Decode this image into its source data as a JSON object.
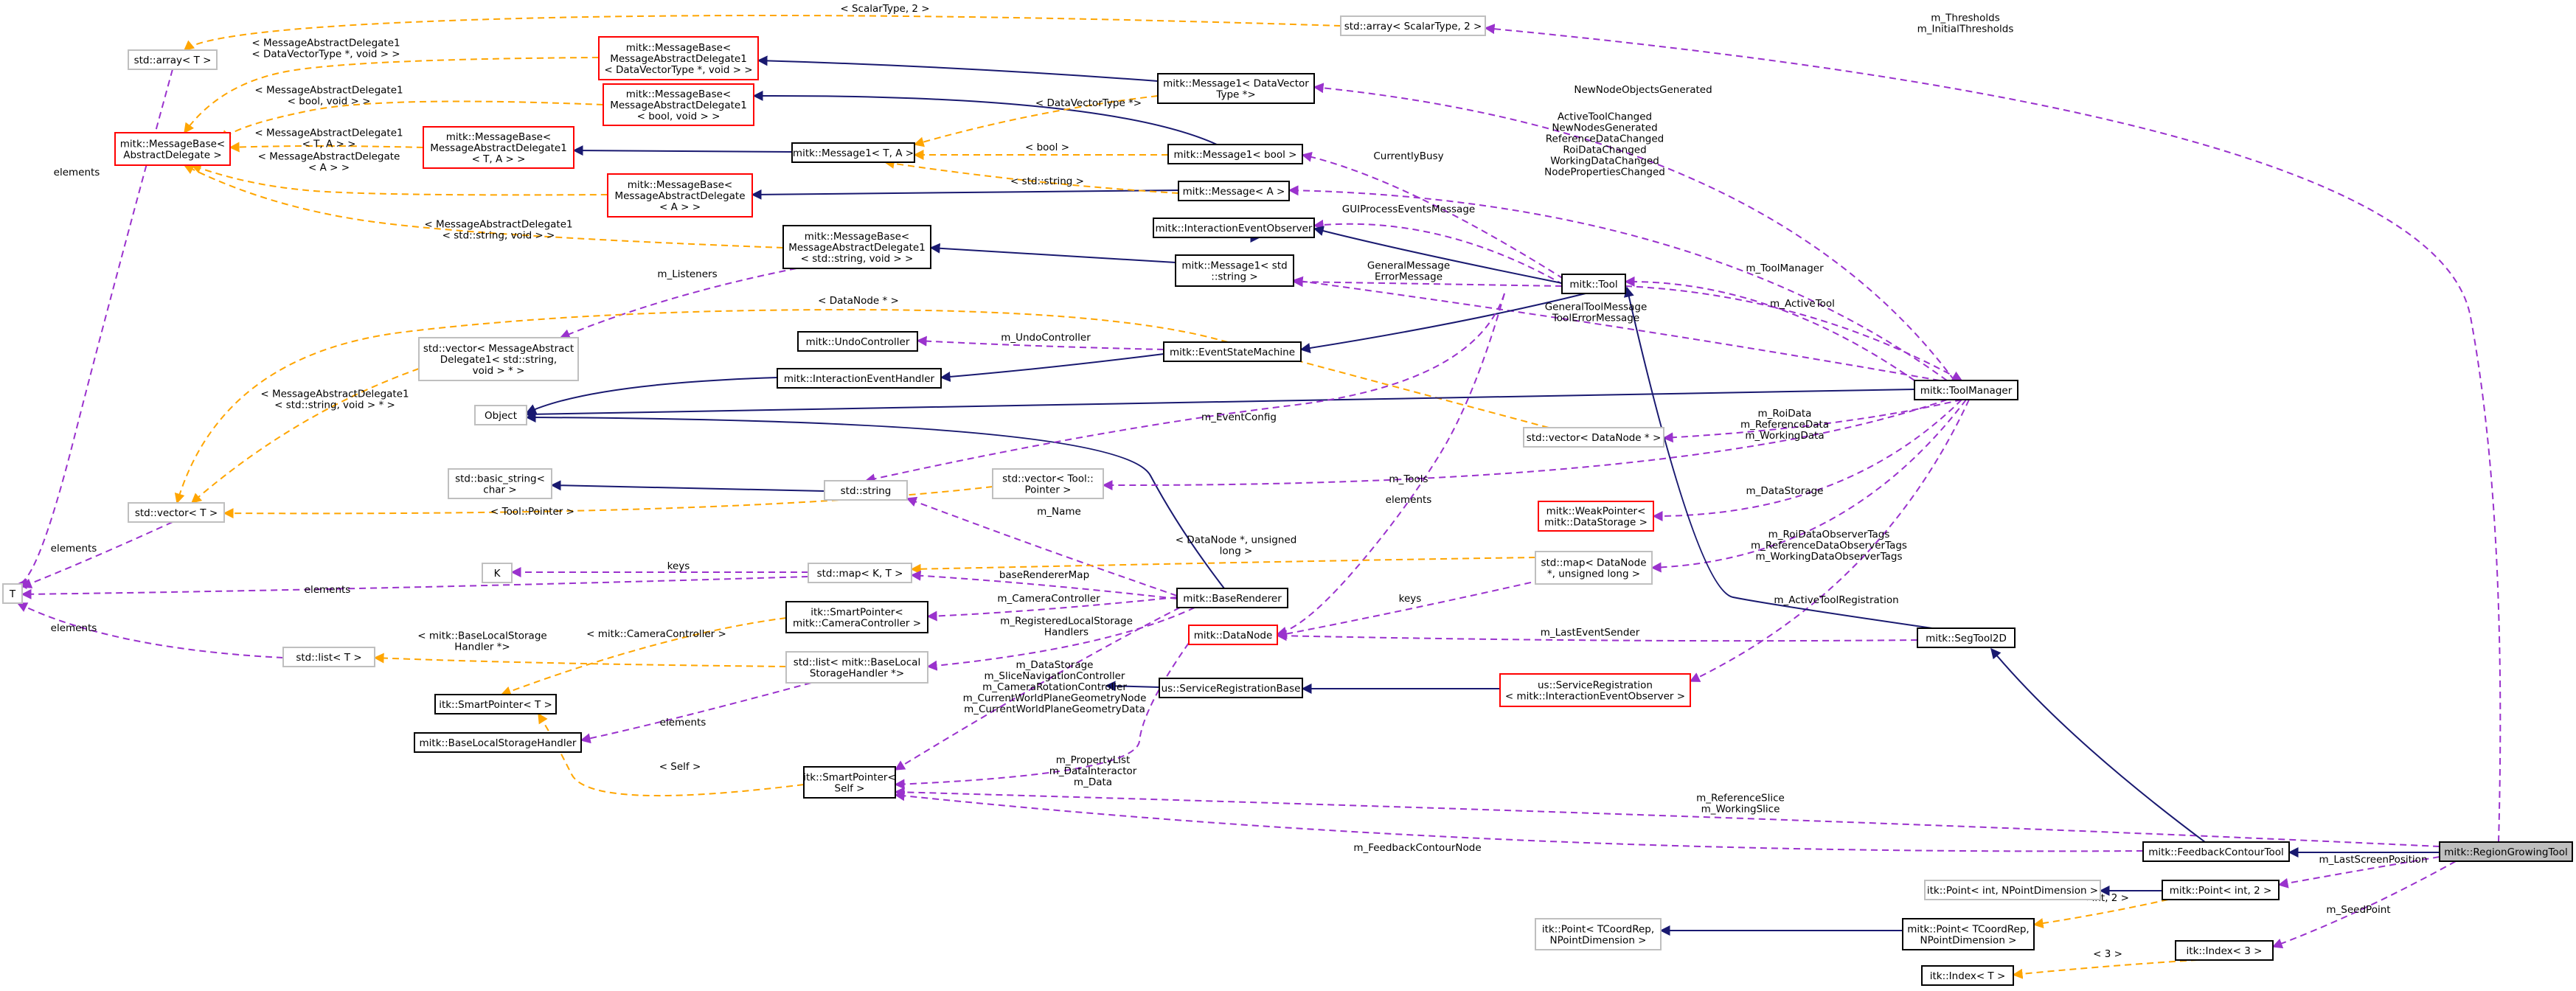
{
  "diagram": {
    "nodes": {
      "array_scalar": [
        "std::array< ScalarType, 2 >"
      ],
      "array_t": [
        "std::array< T >"
      ],
      "mb_abs": [
        "mitk::MessageBase<",
        "AbstractDelegate >"
      ],
      "mb_dvt": [
        "mitk::MessageBase<",
        "MessageAbstractDelegate1",
        "< DataVectorType *, void > >"
      ],
      "mb_bool": [
        "mitk::MessageBase<",
        "MessageAbstractDelegate1",
        "< bool, void > >"
      ],
      "mb_ta": [
        "mitk::MessageBase<",
        "MessageAbstractDelegate1",
        "< T, A > >"
      ],
      "mb_a": [
        "mitk::MessageBase<",
        "MessageAbstractDelegate",
        "< A > >"
      ],
      "mb_str": [
        "mitk::MessageBase<",
        "MessageAbstractDelegate1",
        "< std::string, void > >"
      ],
      "msg1_dvt": [
        "mitk::Message1< DataVector",
        "Type *>"
      ],
      "msg1_ta": [
        "mitk::Message1< T, A >"
      ],
      "msg1_bool": [
        "mitk::Message1< bool >"
      ],
      "msg_a": [
        "mitk::Message< A >"
      ],
      "iev_obs": [
        "mitk::InteractionEventObserver"
      ],
      "msg1_str": [
        "mitk::Message1< std",
        "::string >"
      ],
      "tool": [
        "mitk::Tool"
      ],
      "vec_msg": [
        "std::vector< MessageAbstract",
        "Delegate1< std::string,",
        "void > * >"
      ],
      "undo": [
        "mitk::UndoController"
      ],
      "esm": [
        "mitk::EventStateMachine"
      ],
      "ieh": [
        "mitk::InteractionEventHandler"
      ],
      "object": [
        "Object"
      ],
      "toolmanager": [
        "mitk::ToolManager"
      ],
      "vec_datanode": [
        "std::vector< DataNode * >"
      ],
      "basic_string": [
        "std::basic_string<",
        "char >"
      ],
      "std_string": [
        "std::string"
      ],
      "vec_toolptr": [
        "std::vector< Tool::",
        "Pointer >"
      ],
      "vec_t": [
        "std::vector< T >"
      ],
      "weakptr": [
        "mitk::WeakPointer<",
        "mitk::DataStorage >"
      ],
      "k": [
        "K"
      ],
      "map_kt": [
        "std::map< K, T >"
      ],
      "map_dn": [
        "std::map< DataNode",
        "*, unsigned long >"
      ],
      "t": [
        "T"
      ],
      "sp_cam": [
        "itk::SmartPointer<",
        "mitk::CameraController >"
      ],
      "baserenderer": [
        "mitk::BaseRenderer"
      ],
      "datanode": [
        "mitk::DataNode"
      ],
      "segtool2d": [
        "mitk::SegTool2D"
      ],
      "list_t": [
        "std::list< T >"
      ],
      "list_bls": [
        "std::list< mitk::BaseLocal",
        "StorageHandler *>"
      ],
      "sp_t": [
        "itk::SmartPointer< T >"
      ],
      "usreg_base": [
        "us::ServiceRegistrationBase"
      ],
      "usreg": [
        "us::ServiceRegistration",
        "< mitk::InteractionEventObserver >"
      ],
      "bls": [
        "mitk::BaseLocalStorageHandler"
      ],
      "sp_self": [
        "itk::SmartPointer<",
        "Self >"
      ],
      "feedback": [
        "mitk::FeedbackContourTool"
      ],
      "region": [
        "mitk::RegionGrowingTool"
      ],
      "pt_int_n": [
        "itk::Point< int, NPointDimension >"
      ],
      "pt_int2": [
        "mitk::Point< int, 2 >"
      ],
      "itkpt_tc": [
        "itk::Point< TCoordRep,",
        "NPointDimension >"
      ],
      "mpt_tc": [
        "mitk::Point< TCoordRep,",
        "NPointDimension >"
      ],
      "index3": [
        "itk::Index< 3 >"
      ],
      "index_t": [
        "itk::Index< T >"
      ]
    },
    "edge_labels": {
      "scalar_type_2": [
        "< ScalarType, 2 >"
      ],
      "thresholds": [
        "m_Thresholds",
        "m_InitialThresholds"
      ],
      "elements_array": [
        "elements"
      ],
      "mad1_dvt": [
        "< MessageAbstractDelegate1",
        "< DataVectorType *, void > >"
      ],
      "mad1_bool": [
        "< MessageAbstractDelegate1",
        "< bool, void > >"
      ],
      "mad1_ta": [
        "< MessageAbstractDelegate1",
        "< T, A > >"
      ],
      "mad_a": [
        "< MessageAbstractDelegate",
        "< A > >"
      ],
      "mad1_str": [
        "< MessageAbstractDelegate1",
        "< std::string, void > >"
      ],
      "datavectortype": [
        "< DataVectorType *>"
      ],
      "bool": [
        "< bool >"
      ],
      "std_string_t": [
        "< std::string >"
      ],
      "newnode": [
        "NewNodeObjectsGenerated"
      ],
      "currentlybusy": [
        "CurrentlyBusy"
      ],
      "toolchanged": [
        "ActiveToolChanged",
        "NewNodesGenerated",
        "ReferenceDataChanged",
        "RoiDataChanged",
        "WorkingDataChanged",
        "NodePropertiesChanged"
      ],
      "guiprocess": [
        "GUIProcessEventsMessage"
      ],
      "generalmessage": [
        "GeneralMessage",
        "ErrorMessage"
      ],
      "m_toolmanager": [
        "m_ToolManager"
      ],
      "m_activetool": [
        "m_ActiveTool"
      ],
      "generaltoolmessage": [
        "GeneralToolMessage",
        "ToolErrorMessage"
      ],
      "m_listeners": [
        "m_Listeners"
      ],
      "datanode_ptr": [
        "< DataNode * >"
      ],
      "m_undocontroller": [
        "m_UndoController"
      ],
      "mad1_str_ptr": [
        "< MessageAbstractDelegate1",
        "< std::string, void > * >"
      ],
      "m_eventconfig": [
        "m_EventConfig"
      ],
      "roidata": [
        "m_RoiData",
        "m_ReferenceData",
        "m_WorkingData"
      ],
      "m_tools": [
        "m_Tools"
      ],
      "elements_vec": [
        "elements"
      ],
      "m_datastorage": [
        "m_DataStorage"
      ],
      "toolpointer": [
        "< Tool::Pointer >"
      ],
      "elements_vect": [
        "elements"
      ],
      "m_name": [
        "m_Name"
      ],
      "datanode_ulong": [
        "< DataNode *, unsigned",
        "long >"
      ],
      "observertags": [
        "m_RoiDataObserverTags",
        "m_ReferenceDataObserverTags",
        "m_WorkingDataObserverTags"
      ],
      "keys_k": [
        "keys"
      ],
      "elements_map": [
        "elements"
      ],
      "baserenderermap": [
        "baseRendererMap"
      ],
      "keys_dn": [
        "keys"
      ],
      "activetoolreg": [
        "m_ActiveToolRegistration"
      ],
      "m_cameracontroller": [
        "m_CameraController"
      ],
      "elements_list": [
        "elements"
      ],
      "camcontroller_t": [
        "< mitk::CameraController >"
      ],
      "regstorage": [
        "m_RegisteredLocalStorage",
        "Handlers"
      ],
      "lastevent": [
        "m_LastEventSender"
      ],
      "blsh_ptr": [
        "< mitk::BaseLocalStorage",
        "Handler *>"
      ],
      "elements_bls": [
        "elements"
      ],
      "renderer_members": [
        "m_DataStorage",
        "m_SliceNavigationController",
        "m_CameraRotationController",
        "m_CurrentWorldPlaneGeometryNode",
        "m_CurrentWorldPlaneGeometryData"
      ],
      "self": [
        "< Self >"
      ],
      "propertylist": [
        "m_PropertyList",
        "m_DataInteractor",
        "m_Data"
      ],
      "refslice": [
        "m_ReferenceSlice",
        "m_WorkingSlice"
      ],
      "feedbacknode": [
        "m_FeedbackContourNode"
      ],
      "lastscreen": [
        "m_LastScreenPosition"
      ],
      "int2": [
        "< int, 2 >"
      ],
      "seedpoint": [
        "m_SeedPoint"
      ],
      "three": [
        "< 3 >"
      ]
    }
  }
}
